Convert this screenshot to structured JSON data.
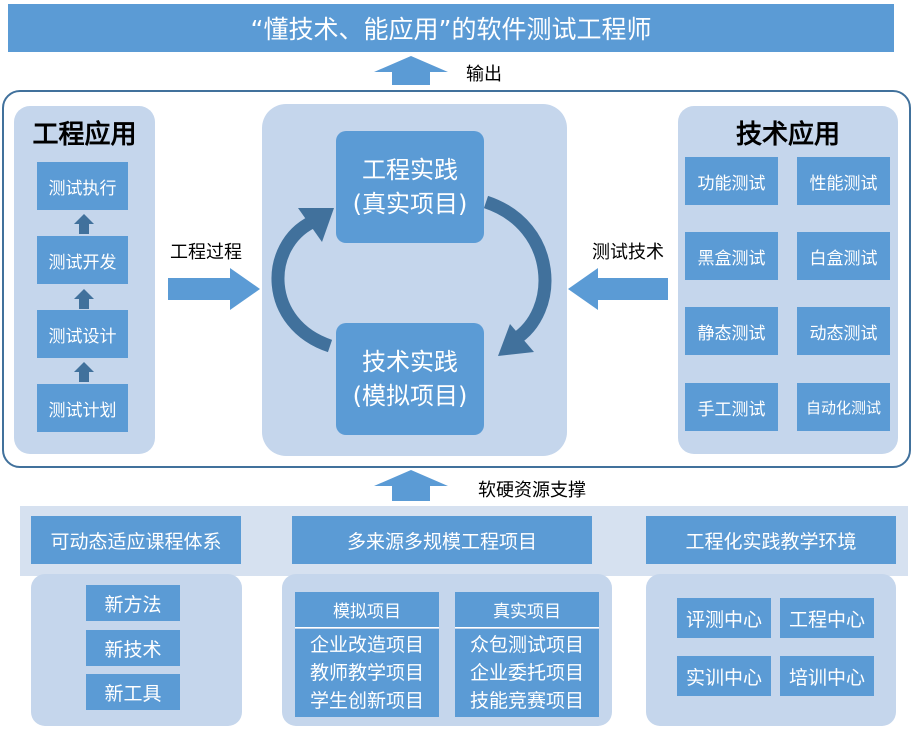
{
  "top_banner": {
    "text": "“懂技术、能应用”的软件测试工程师"
  },
  "output_label": "输出",
  "left_panel": {
    "title": "工程应用",
    "steps": [
      "测试执行",
      "测试开发",
      "测试设计",
      "测试计划"
    ]
  },
  "center": {
    "top_box": {
      "line1": "工程实践",
      "line2": "(真实项目)"
    },
    "bottom_box": {
      "line1": "技术实践",
      "line2": "(模拟项目)"
    }
  },
  "arrow_labels": {
    "left": "工程过程",
    "right": "测试技术"
  },
  "right_panel": {
    "title": "技术应用",
    "items": [
      "功能测试",
      "性能测试",
      "黑盒测试",
      "白盒测试",
      "静态测试",
      "动态测试",
      "手工测试",
      "自动化测试"
    ]
  },
  "support_label": "软硬资源支撑",
  "bottom_headers": [
    "可动态适应课程体系",
    "多来源多规模工程项目",
    "工程化实践教学环境"
  ],
  "bottom_left": {
    "items": [
      "新方法",
      "新技术",
      "新工具"
    ]
  },
  "bottom_center": {
    "sim": {
      "header": "模拟项目",
      "rows": [
        "企业改造项目",
        "教师教学项目",
        "学生创新项目"
      ]
    },
    "real": {
      "header": "真实项目",
      "rows": [
        "众包测试项目",
        "企业委托项目",
        "技能竞赛项目"
      ]
    }
  },
  "bottom_right": {
    "items": [
      "评测中心",
      "工程中心",
      "实训中心",
      "培训中心"
    ]
  },
  "colors": {
    "box": "#5b9bd5",
    "panel": "#c5d6ec",
    "frame": "#41719c",
    "bottom_band": "#d6e1f0"
  }
}
